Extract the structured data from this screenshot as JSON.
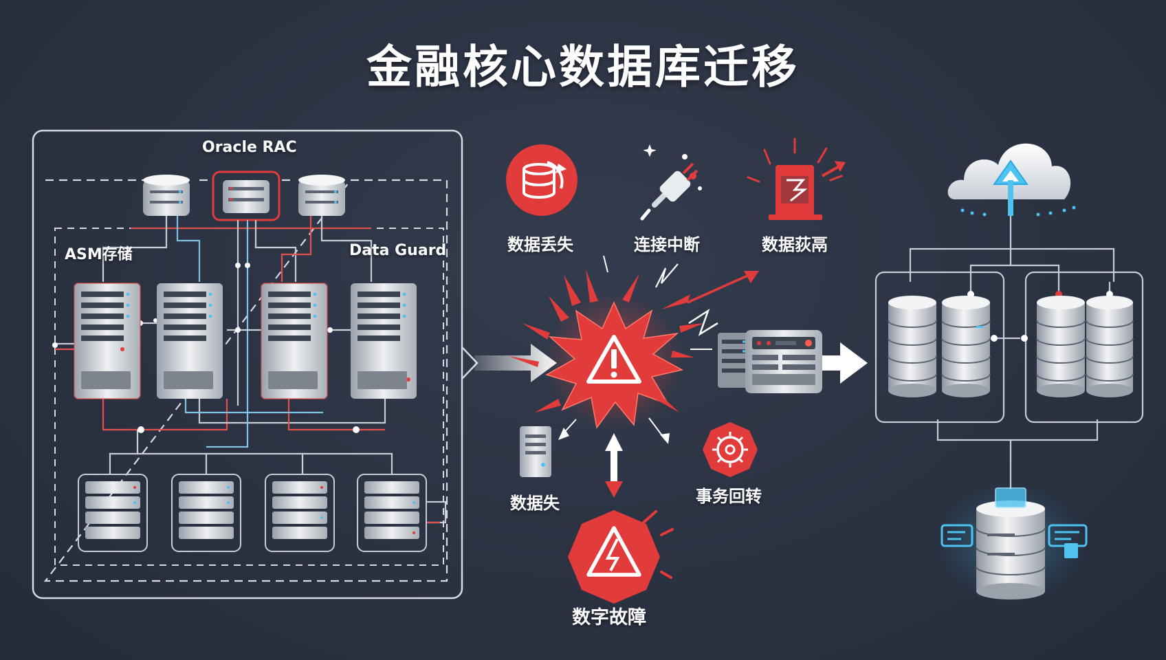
{
  "title": "金融核心数据库迁移",
  "source": {
    "cluster_label": "Oracle RAC",
    "storage_label": "ASM存储",
    "standby_label": "Data Guard"
  },
  "risks": {
    "data_loss": "数据丢失",
    "connection_break": "连接中断",
    "data_corrupt": "数据荻鬲",
    "data_missing": "数据失",
    "txn_rollback": "事务回转",
    "digital_failure": "数字故障"
  },
  "colors": {
    "background": "#2c3444",
    "danger": "#e23b3b",
    "accent_blue": "#4ec3f0",
    "line": "#c9ced6"
  },
  "icons": {
    "data_loss": "database-sync-icon",
    "connection_break": "broken-plug-icon",
    "data_corrupt": "document-alert-icon",
    "data_missing": "server-tower-icon",
    "txn_rollback": "gear-alert-icon",
    "digital_failure": "lightning-warning-icon",
    "central": "warning-explosion-icon",
    "cloud": "cloud-upload-icon"
  }
}
